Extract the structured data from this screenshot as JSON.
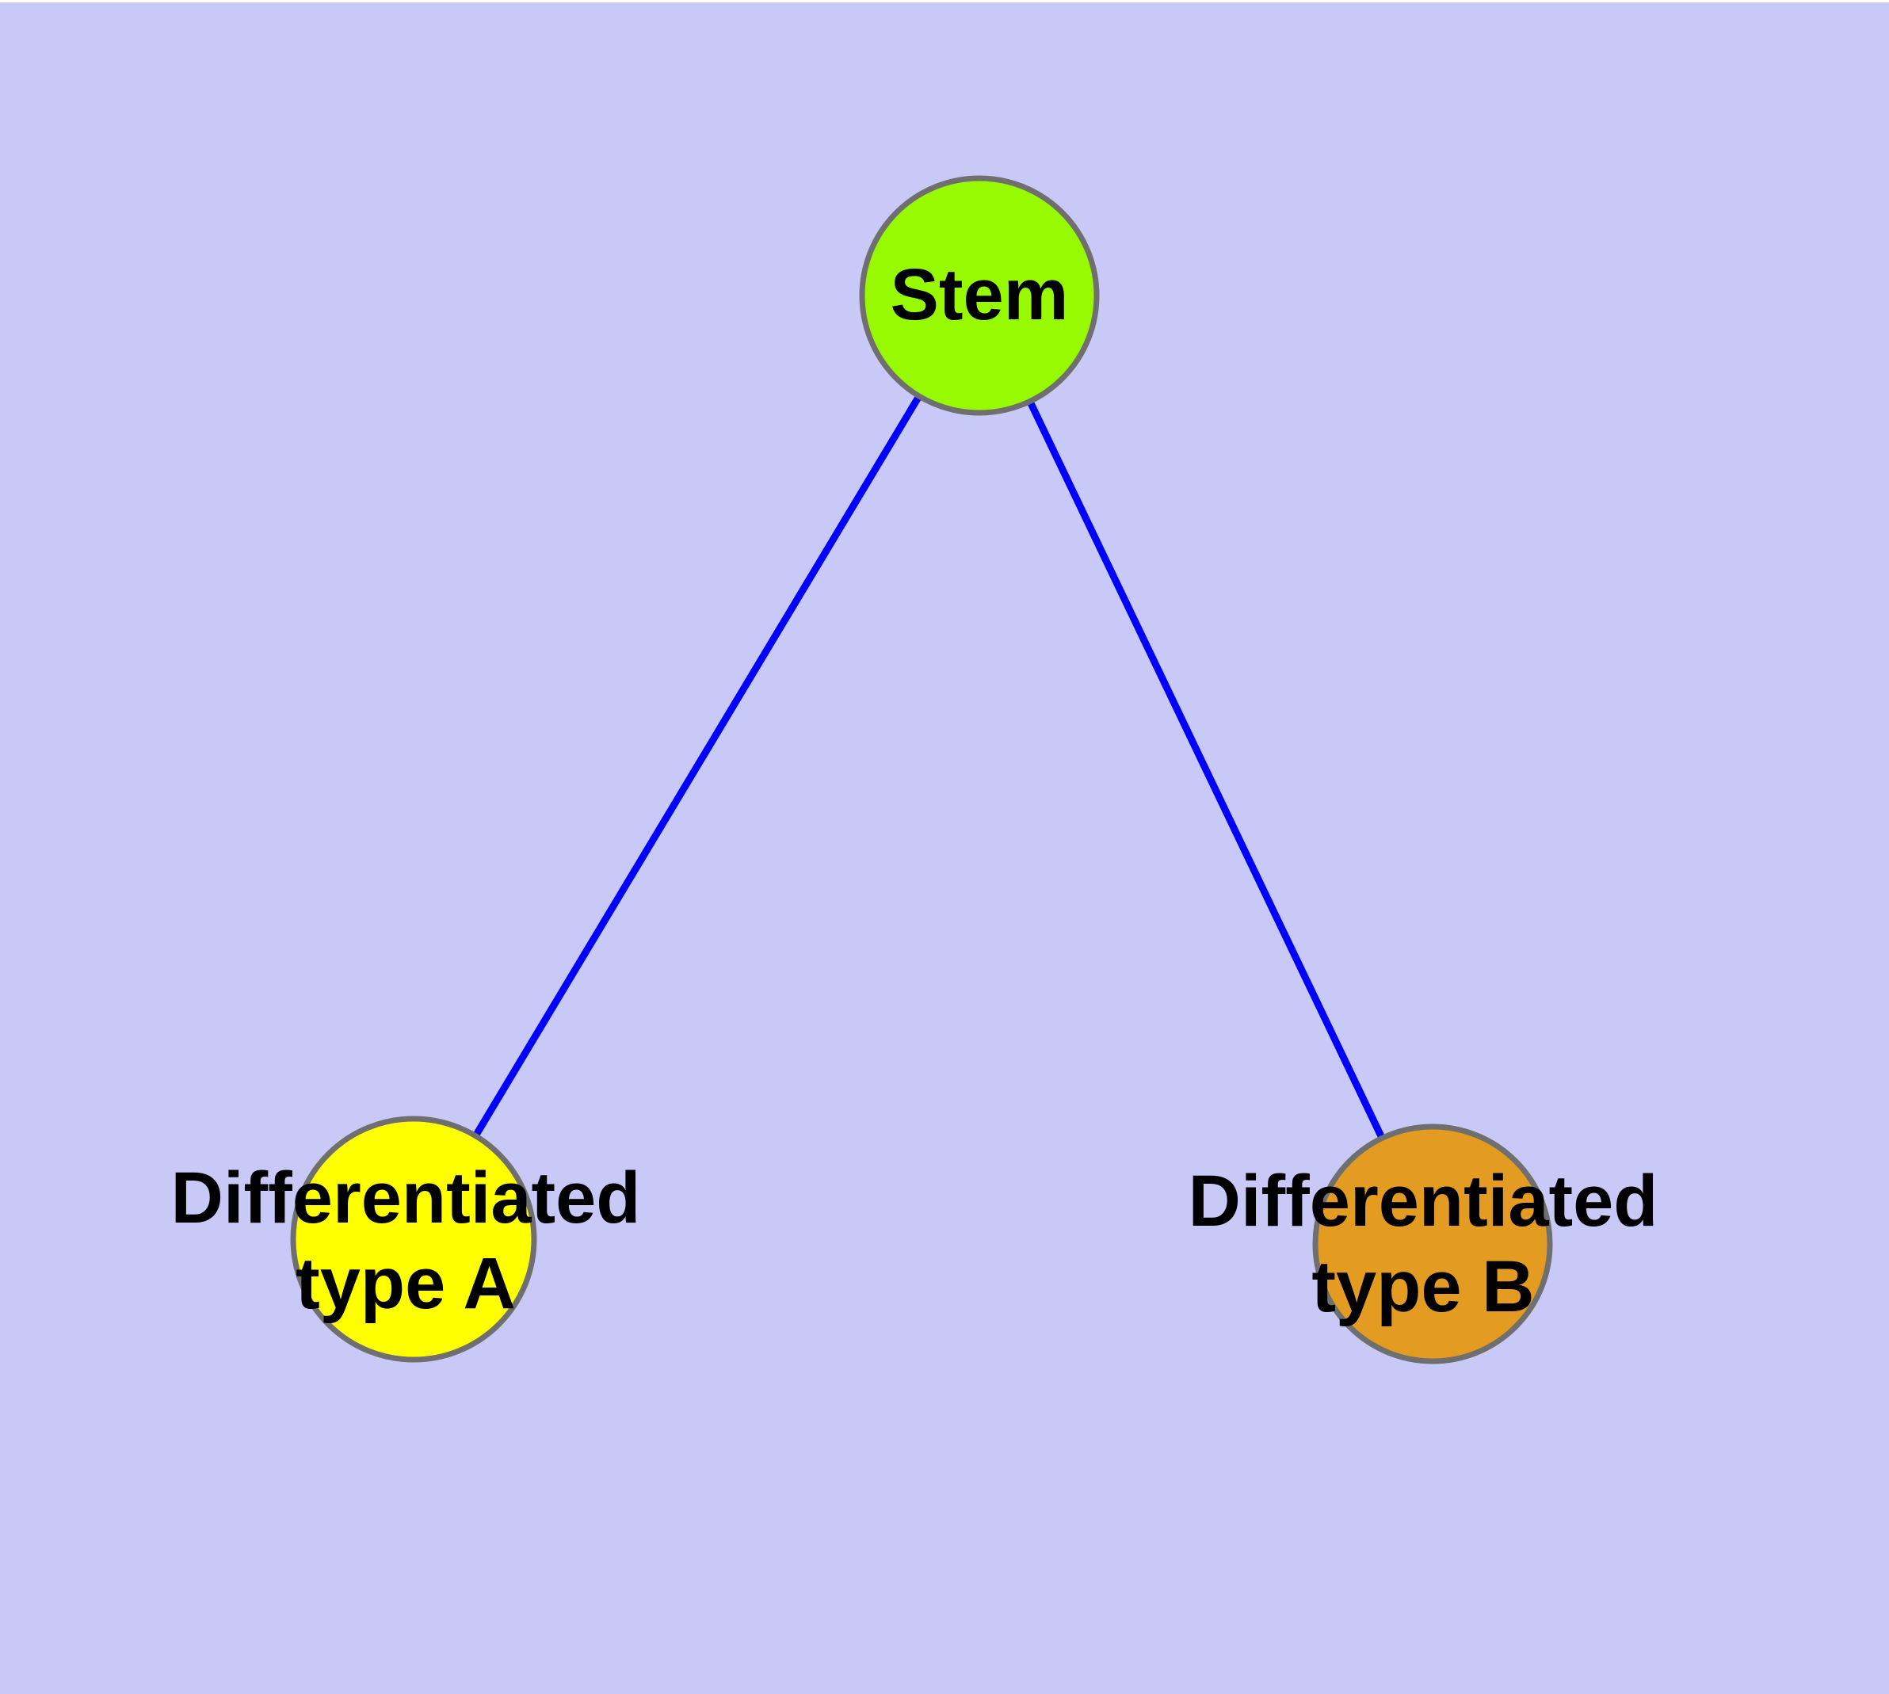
{
  "colors": {
    "background": "#C9C9F8",
    "top_strip": "#FFFFFF",
    "edge": "#0000FF",
    "node_border": "#6F6F6F",
    "label_text": "#000000"
  },
  "diagram": {
    "type": "graph",
    "nodes": {
      "stem": {
        "label": "Stem",
        "fill": "#97FA00"
      },
      "type_a": {
        "label_line1": "Differentiated",
        "label_line2": "type A",
        "fill": "#FFFF00"
      },
      "type_b": {
        "label_line1": "Differentiated",
        "label_line2": "type B",
        "fill": "#E49B22"
      }
    },
    "edges": [
      {
        "from": "Stem",
        "to": "Differentiated type A"
      },
      {
        "from": "Stem",
        "to": "Differentiated type B"
      }
    ]
  }
}
